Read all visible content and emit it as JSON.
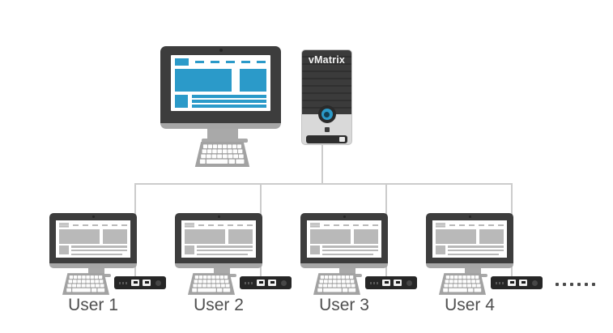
{
  "host": {
    "tower_label": "vMatrix"
  },
  "users": [
    {
      "label": "User 1"
    },
    {
      "label": "User 2"
    },
    {
      "label": "User 3"
    },
    {
      "label": "User 4"
    }
  ],
  "more_users": {
    "dot_count": 6
  },
  "colors": {
    "accent_blue": "#2b9ac9",
    "device_dark": "#3d3d3d",
    "content_gray": "#b9b9b9",
    "line_gray": "#cccccc",
    "text_gray": "#4f4f4f"
  }
}
